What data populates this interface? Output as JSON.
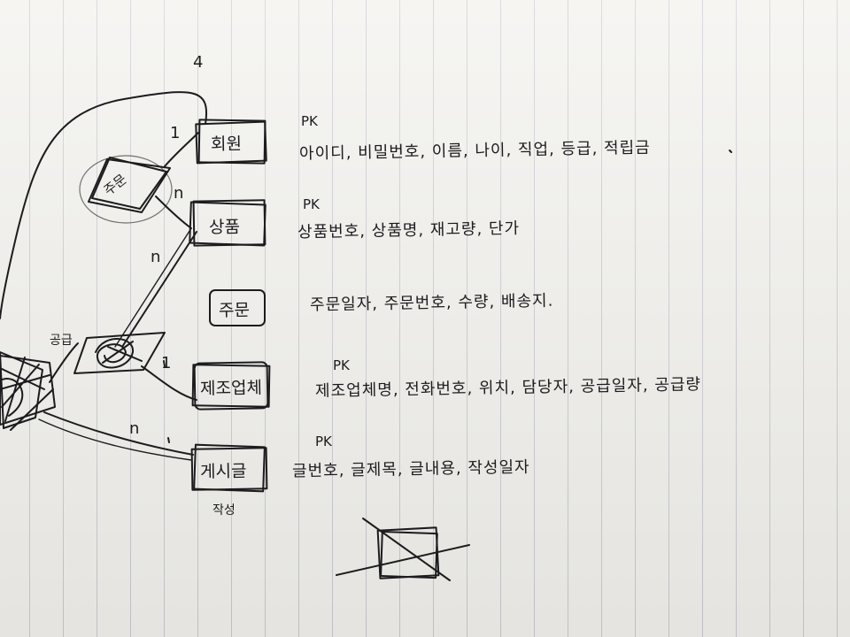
{
  "entities": [
    {
      "label": "회원",
      "pk": "PK",
      "attributes": "아이디, 비밀번호, 이름, 나이, 직업, 등급, 적립금"
    },
    {
      "label": "상품",
      "pk": "PK",
      "attributes": "상품번호, 상품명, 재고량, 단가"
    },
    {
      "label": "주문",
      "pk": "",
      "attributes": "주문일자, 주문번호, 수량, 배송지."
    },
    {
      "label": "제조업체",
      "pk": "PK",
      "attributes": "제조업체명, 전화번호, 위치, 담당자, 공급일자, 공급량"
    },
    {
      "label": "게시글",
      "pk": "PK",
      "attributes": "글번호, 글제목, 글내용, 작성일자"
    }
  ],
  "relationships": [
    {
      "label": "주문"
    }
  ],
  "cardinalities": {
    "top": "4",
    "member_order": "1",
    "order_product": "n",
    "product_order": "n",
    "mfr_side": "1",
    "post_side": "n"
  },
  "notes": {
    "supply_mark": "공급",
    "post_mark": "작성"
  },
  "colors": {
    "ink": "#1c1c1e",
    "paper": "#f1f0ec",
    "rule": "#c8c9cf"
  }
}
